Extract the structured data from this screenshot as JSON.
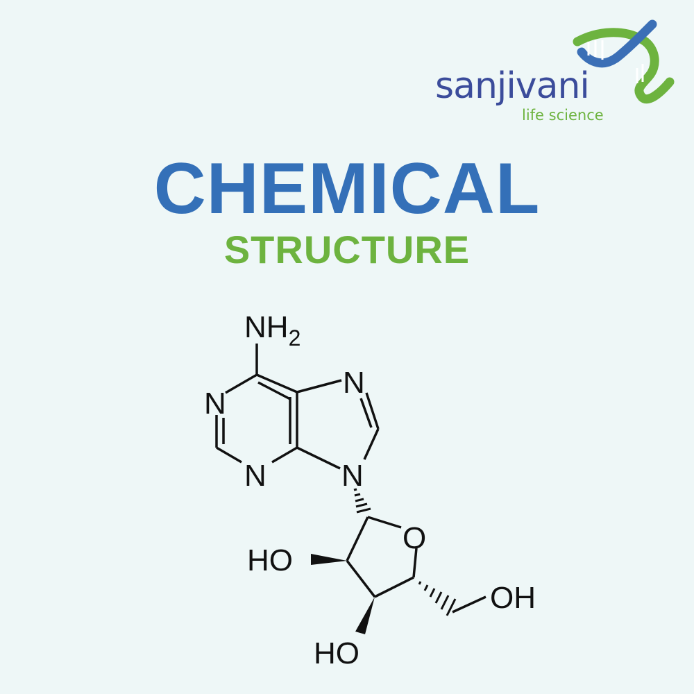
{
  "brand": {
    "name": "sanjivani",
    "tagline": "life science",
    "name_color": "#3b4c9b",
    "accent_color": "#6db33f",
    "logo_icon": "dna-helix-icon"
  },
  "heading": {
    "title": "CHEMICAL",
    "subtitle": "STRUCTURE",
    "title_color": "#3470b8",
    "subtitle_color": "#6db33f"
  },
  "molecule": {
    "atoms": {
      "nh2": "NH",
      "nh2_subscript": "2",
      "n1": "N",
      "n3": "N",
      "n7": "N",
      "n9": "N",
      "o_ring": "O",
      "ho_left": "HO",
      "ho_bottom": "HO",
      "oh_right": "OH"
    }
  }
}
